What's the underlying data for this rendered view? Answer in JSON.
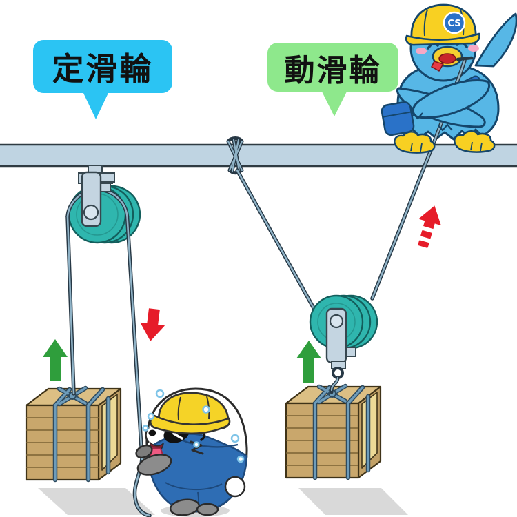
{
  "scene": {
    "background_color": "#ffffff",
    "callouts": {
      "fixed_pulley_label": {
        "text": "定滑輪",
        "bubble_color": "#2bc4f3"
      },
      "movable_pulley_label": {
        "text": "動滑輪",
        "bubble_color": "#8ee88c"
      }
    },
    "beam": {
      "fill": "#bfd4e2"
    },
    "pulleys": {
      "wheel_color": "#2fb6ae",
      "bracket_color": "#c4d5e1",
      "fixed": {
        "position": "left",
        "mounted_on": "beam"
      },
      "movable": {
        "position": "right",
        "hangs_from": "rope",
        "hook": "attached to crate"
      }
    },
    "ropes": {
      "color": "#8fb2c6",
      "outline": "#273845"
    },
    "crates": {
      "face_color": "#c9a76c",
      "top_color": "#dcbf84",
      "panel_color": "#ecd996",
      "binding_rope_color": "#6e9cba",
      "left": "wooden crate",
      "right": "wooden crate"
    },
    "arrows": {
      "left_load_up": {
        "direction": "up",
        "color": "#2f9e3c",
        "style": "solid"
      },
      "left_effort_down": {
        "direction": "down",
        "color": "#e61c29",
        "style": "solid"
      },
      "right_load_up": {
        "direction": "up",
        "color": "#2f9e3c",
        "style": "solid"
      },
      "right_effort_up": {
        "direction": "up",
        "color": "#e61c29",
        "style": "dashed"
      }
    },
    "characters": {
      "bird_worker": {
        "helmet_badge": "CS",
        "body_color": "#57b7e6",
        "helmet_color": "#f8d022"
      },
      "panda_worker": {
        "body_color": "#ffffff",
        "overalls_color": "#2e6db4",
        "helmet_color": "#f5d327"
      }
    }
  }
}
